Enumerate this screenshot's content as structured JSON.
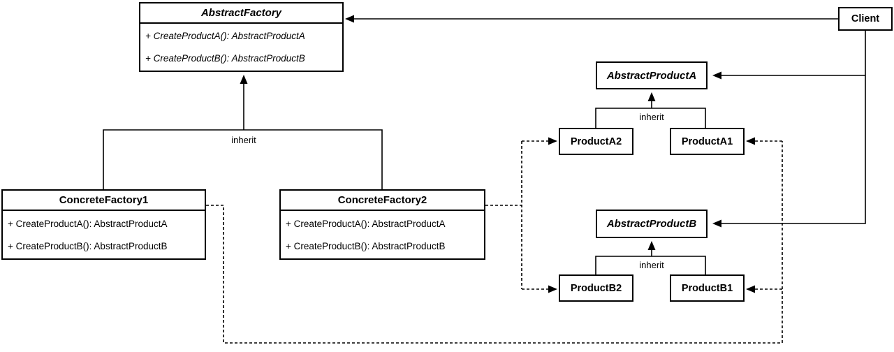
{
  "diagram_name": "abstract-factory-pattern-uml",
  "colors": {
    "stroke": "#000000",
    "fill": "#ffffff",
    "text": "#000000"
  },
  "classes": {
    "abstract_factory": {
      "name": "AbstractFactory",
      "stereotype": "abstract",
      "methods": [
        "+ CreateProductA(): AbstractProductA",
        "+ CreateProductB(): AbstractProductB"
      ]
    },
    "concrete_factory1": {
      "name": "ConcreteFactory1",
      "methods": [
        "+ CreateProductA(): AbstractProductA",
        "+ CreateProductB(): AbstractProductB"
      ]
    },
    "concrete_factory2": {
      "name": "ConcreteFactory2",
      "methods": [
        "+ CreateProductA(): AbstractProductA",
        "+ CreateProductB(): AbstractProductB"
      ]
    },
    "client": {
      "name": "Client"
    },
    "abstract_product_a": {
      "name": "AbstractProductA",
      "stereotype": "abstract"
    },
    "product_a2": {
      "name": "ProductA2"
    },
    "product_a1": {
      "name": "ProductA1"
    },
    "abstract_product_b": {
      "name": "AbstractProductB",
      "stereotype": "abstract"
    },
    "product_b2": {
      "name": "ProductB2"
    },
    "product_b1": {
      "name": "ProductB1"
    }
  },
  "edge_labels": {
    "factories_inherit": "inherit",
    "product_a_inherit": "inherit",
    "product_b_inherit": "inherit"
  }
}
